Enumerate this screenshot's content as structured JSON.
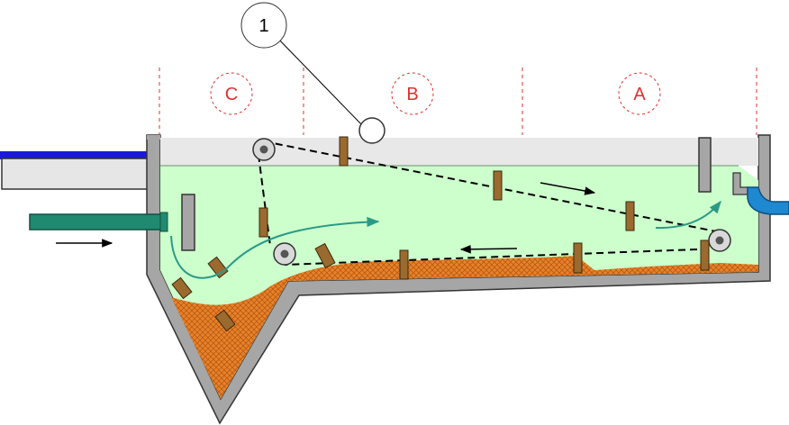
{
  "zones": [
    {
      "key": "C",
      "label": "C"
    },
    {
      "key": "B",
      "label": "B"
    },
    {
      "key": "A",
      "label": "A"
    }
  ],
  "callout": {
    "label": "1"
  },
  "colors": {
    "water": "#ccffcc",
    "sludge": "#e8822a",
    "tank_wall": "#a6a6a6",
    "outline": "#333333",
    "zone_marker": "#e03030",
    "flow_arrow": "#2a9a86",
    "inlet_pipe": "#1f8a70",
    "outlet_pipe": "#1e88d0",
    "top_channel_stripe": "#1a1ad6",
    "scraper_flight": "#9b6a2f"
  }
}
